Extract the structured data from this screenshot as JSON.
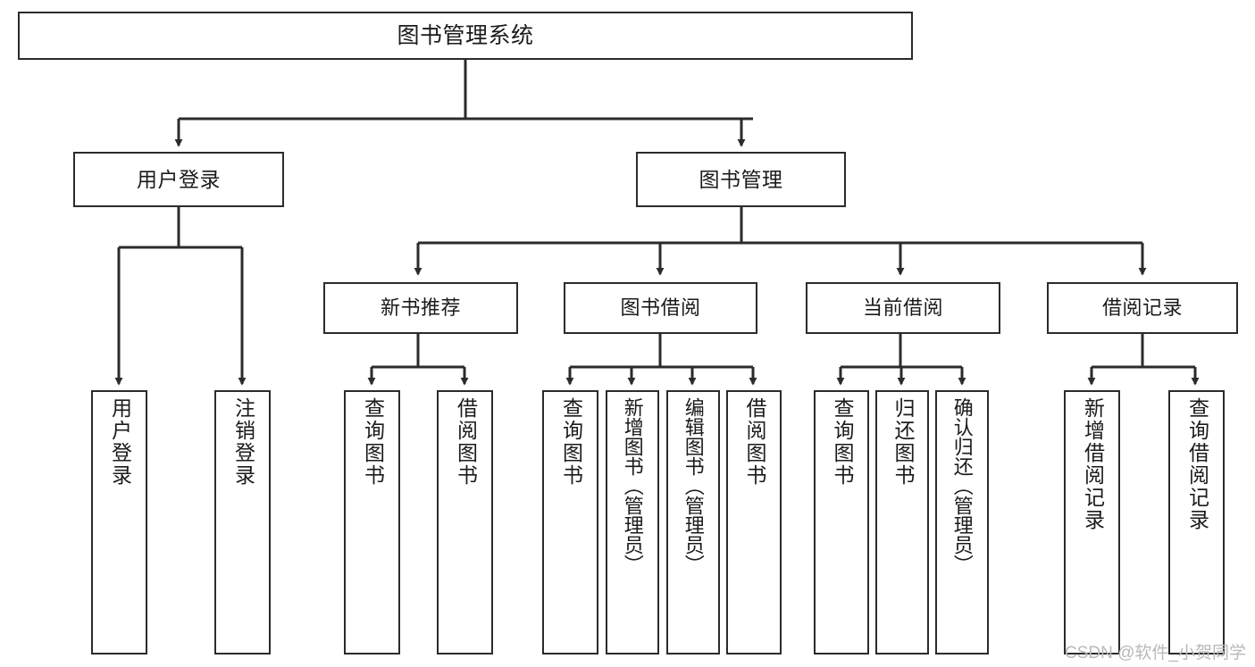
{
  "diagram": {
    "title": "图书管理系统",
    "type": "tree",
    "watermark": "CSDN @软件_小贺同学",
    "colors": {
      "background": "#ffffff",
      "box_border": "#2b2b2b",
      "box_fill": "#ffffff",
      "connector": "#2b2b2b",
      "text": "#1b1b1b",
      "watermark": "#b9b9b9"
    },
    "root": {
      "label": "图书管理系统"
    },
    "tier2": [
      {
        "label": "用户登录"
      },
      {
        "label": "图书管理"
      }
    ],
    "tier3": [
      {
        "label": "新书推荐"
      },
      {
        "label": "图书借阅"
      },
      {
        "label": "当前借阅"
      },
      {
        "label": "借阅记录"
      }
    ],
    "leaves": {
      "user_login": [
        {
          "label": "用户登录"
        },
        {
          "label": "注销登录"
        }
      ],
      "new_book_recommend": [
        {
          "label": "查询图书"
        },
        {
          "label": "借阅图书"
        }
      ],
      "book_borrow": [
        {
          "label": "查询图书"
        },
        {
          "label": "新增图书（管理员）"
        },
        {
          "label": "编辑图书（管理员）"
        },
        {
          "label": "借阅图书"
        }
      ],
      "current_borrow": [
        {
          "label": "查询图书"
        },
        {
          "label": "归还图书"
        },
        {
          "label": "确认归还（管理员）"
        }
      ],
      "borrow_record": [
        {
          "label": "新增借阅记录"
        },
        {
          "label": "查询借阅记录"
        }
      ]
    }
  }
}
